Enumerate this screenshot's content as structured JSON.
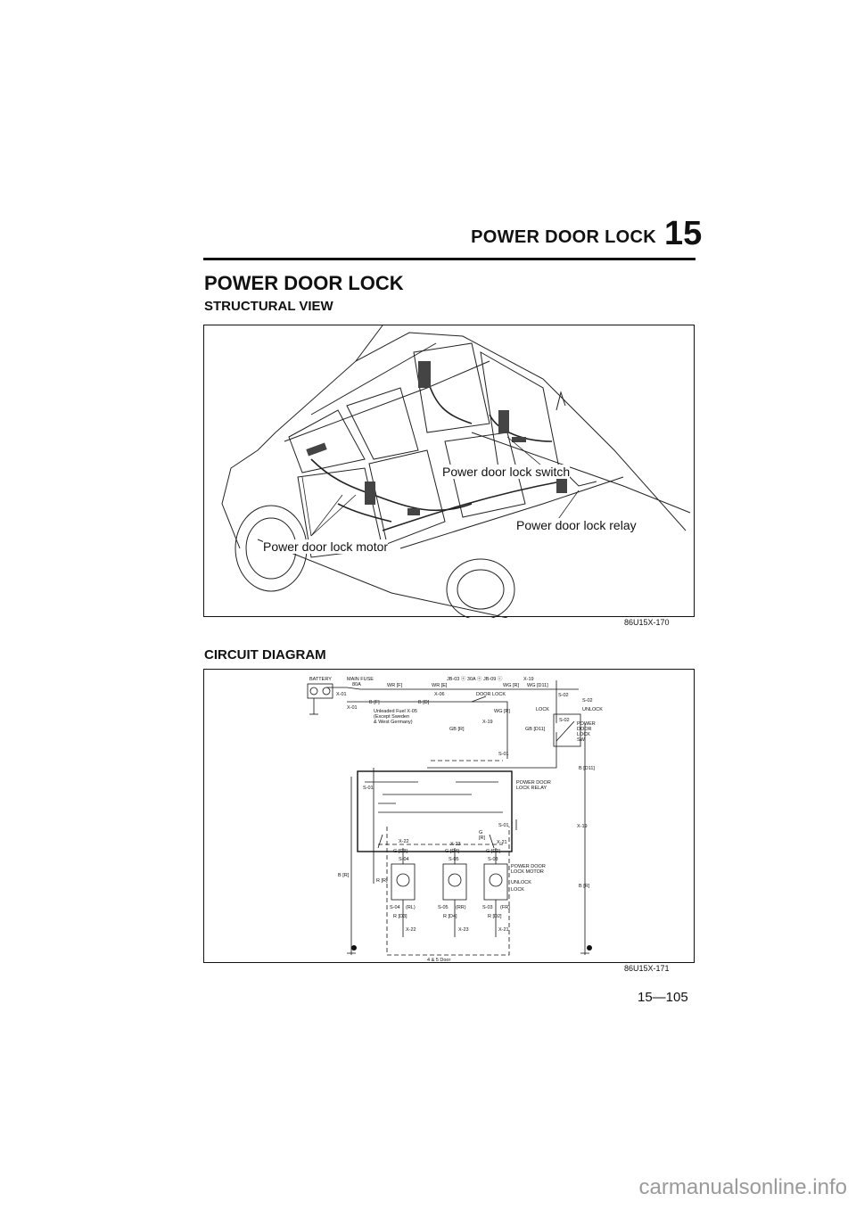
{
  "header": {
    "title": "POWER DOOR LOCK",
    "chapter": "15"
  },
  "section_title": "POWER DOOR LOCK",
  "structural": {
    "heading": "STRUCTURAL VIEW",
    "labels": {
      "switch": "Power door lock switch",
      "relay": "Power door lock relay",
      "motor": "Power door lock motor"
    },
    "code": "86U15X-170"
  },
  "circuit": {
    "heading": "CIRCUIT DIAGRAM",
    "code": "86U15X-171",
    "labels": {
      "battery": "BATTERY",
      "main_fuse": "MAIN FUSE",
      "main_fuse_amp": "80A",
      "x01a": "X-01",
      "x01b": "X-01",
      "wr_r": "WR [F]",
      "wr_e": "WR [E]",
      "x06": "X-06",
      "jb": "JB-03 ⓔ 30A ⓔ JB-09 ⓒ",
      "x19a": "X-19",
      "wg_r": "WG [R]",
      "wg_d11": "WG [D11]",
      "door_lock": "DOOR LOCK",
      "b_r": "B [F]",
      "b_d": "B [D]",
      "unleaded": "Unleaded Fuel  X-05",
      "except": "(Except Sweden",
      "germany": "& West Germany)",
      "wg_r2": "WG [R]",
      "x19b": "X-19",
      "gb_r": "GB [R]",
      "gb_d11": "GB [D11]",
      "lock": "LOCK",
      "unlock": "UNLOCK",
      "s02a": "S-02",
      "s02b": "S-02",
      "s02c": "S-02",
      "pdl_sw1": "POWER",
      "pdl_sw2": "DOOR",
      "pdl_sw3": "LOCK",
      "pdl_sw4": "SW",
      "s01a": "S-01",
      "s01b": "S-01",
      "s01c": "S-01",
      "relay1": "POWER DOOR",
      "relay2": "LOCK RELAY",
      "b_d11": "B [D11]",
      "x19c": "X-19",
      "x22a": "X-22",
      "x23a": "X-23",
      "g_r": "G",
      "r_r": "[R]",
      "x21a": "X-21",
      "g_d3": "G [D3]",
      "g_d4": "G [D4]",
      "g_d2": "G [D2]",
      "s04a": "S-04",
      "s05a": "S-05",
      "s03a": "S-03",
      "motor1": "POWER DOOR",
      "motor2": "LOCK MOTOR",
      "unlock_v": "UNLOCK",
      "lock_v": "LOCK",
      "b_r2": "B [R]",
      "r_r2": "R [R]",
      "b_r3": "B [R]",
      "s04b": "S-04",
      "rl": "(RL)",
      "s05b": "S-05",
      "rr": "(RR)",
      "s03b": "S-03",
      "fr": "(FR)",
      "r_d3": "R [D3]",
      "r_d4": "R [D4]",
      "r_d2": "R [D2]",
      "x22b": "X-22",
      "x23b": "X-23",
      "x21b": "X-21",
      "door45": "4 & 5 Door"
    }
  },
  "page_number": "15—105",
  "watermark": "carmanualsonline.info"
}
